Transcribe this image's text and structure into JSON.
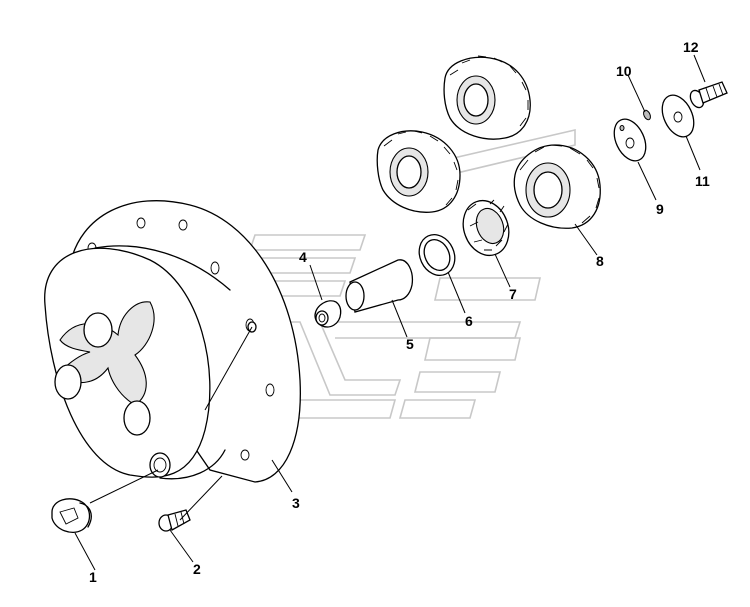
{
  "callouts": [
    {
      "id": "1",
      "text": "1"
    },
    {
      "id": "2",
      "text": "2"
    },
    {
      "id": "3",
      "text": "3"
    },
    {
      "id": "4",
      "text": "4"
    },
    {
      "id": "5",
      "text": "5"
    },
    {
      "id": "6",
      "text": "6"
    },
    {
      "id": "7",
      "text": "7"
    },
    {
      "id": "8",
      "text": "8"
    },
    {
      "id": "9",
      "text": "9"
    },
    {
      "id": "10",
      "text": "10"
    },
    {
      "id": "11",
      "text": "11"
    },
    {
      "id": "12",
      "text": "12"
    }
  ],
  "colors": {
    "line": "#000000",
    "part_shade": "#e6e6e6",
    "watermark": "#c8c8c8",
    "background": "#ffffff"
  }
}
